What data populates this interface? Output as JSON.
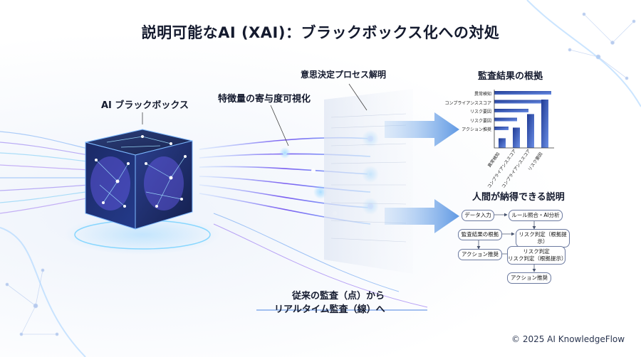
{
  "title": "説明可能なAI (XAI)：ブラックボックス化への対処",
  "labels": {
    "blackbox": "AI ブラックボックス",
    "feature": "特徴量の寄与度可視化",
    "decision": "意思決定プロセス解明",
    "audit_title": "監査結果の根拠",
    "human_title": "人間が納得できる説明",
    "caption_line1": "従来の監査（点）から",
    "caption_line2": "リアルタイム監査（線）へ",
    "copyright": "© 2025 AI KnowledgeFlow"
  },
  "chart_data": {
    "type": "bar",
    "orientation": "horizontal",
    "categories": [
      "異常検知",
      "コンプライアンススコア",
      "リスク要因",
      "リスク要因",
      "アクション推奨"
    ],
    "x_tick_labels": [
      "異常検知",
      "コンプライアンススコア",
      "コンプライアンススコア",
      "リスク要因"
    ],
    "values": [
      100,
      95,
      60,
      40,
      25
    ],
    "vertical_values": [
      20,
      42,
      70,
      100
    ],
    "colors": [
      "#1f3a93",
      "#5b7fd6"
    ]
  },
  "flow": {
    "data_input": "データ入力",
    "rule_match": "ルール照合・AI分析",
    "audit_basis": "監査結果の根拠",
    "risk_judge1": "リスク判定（根拠提示）",
    "action_rec": "アクション推奨",
    "risk_judge2_line1": "リスク判定",
    "risk_judge2_line2": "リスク判定（根拠提示）",
    "action_rec2": "アクション推奨"
  }
}
